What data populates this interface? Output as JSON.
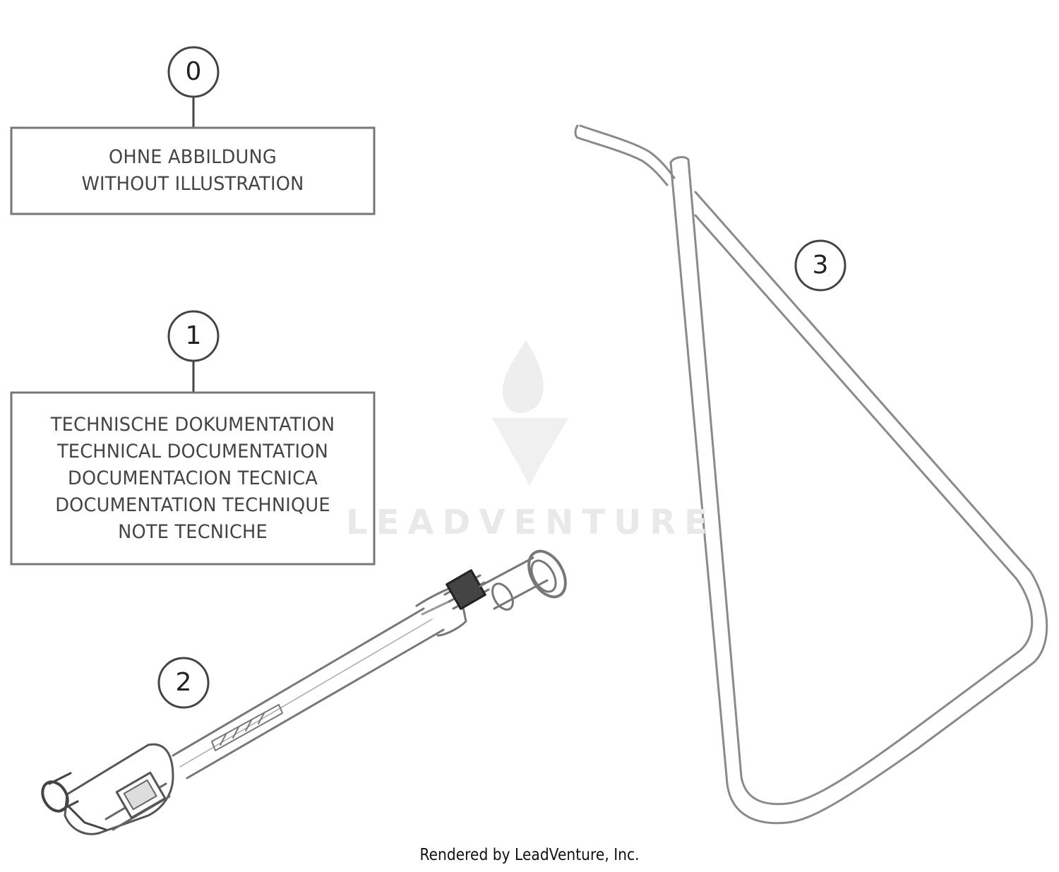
{
  "callouts": [
    {
      "number": "0"
    },
    {
      "number": "1"
    },
    {
      "number": "2"
    },
    {
      "number": "3"
    }
  ],
  "boxes": {
    "item0_lines": [
      "OHNE ABBILDUNG",
      "WITHOUT ILLUSTRATION"
    ],
    "item1_lines": [
      "TECHNISCHE DOKUMENTATION",
      "TECHNICAL DOCUMENTATION",
      "DOCUMENTACION TECNICA",
      "DOCUMENTATION TECHNIQUE",
      "NOTE TECNICHE"
    ]
  },
  "watermark": "LEADVENTURE",
  "footer": "Rendered by LeadVenture, Inc.",
  "colors": {
    "line": "#6f6f6f",
    "watermark": "#e9e9e9"
  }
}
